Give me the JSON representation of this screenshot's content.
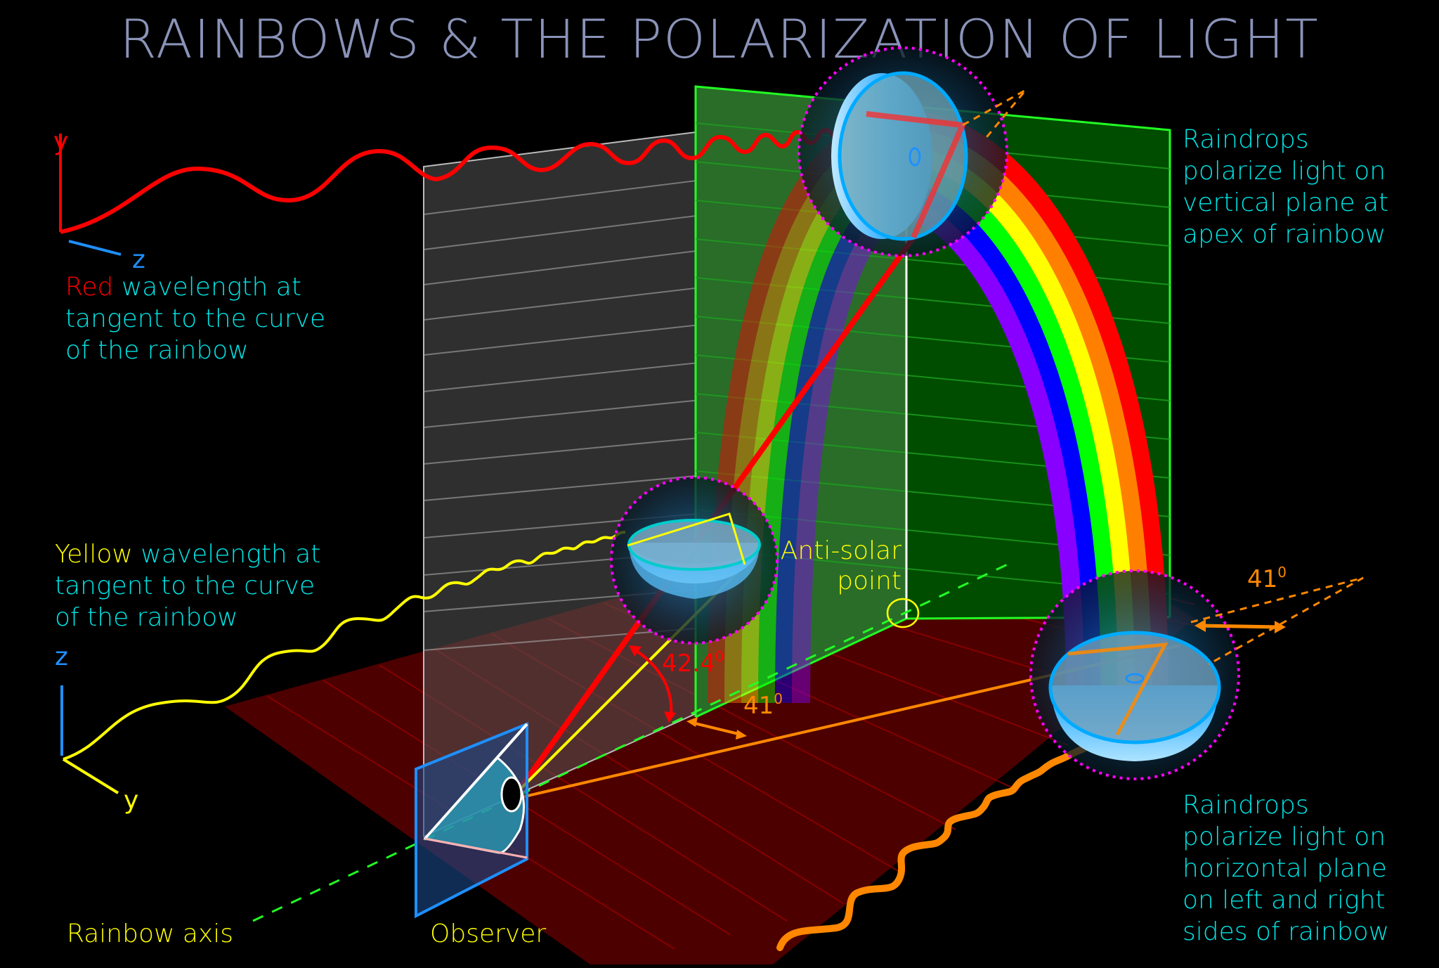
{
  "title": "RAINBOWS & THE POLARIZATION OF LIGHT",
  "colors": {
    "background": "#000000",
    "title": "#8a93b8",
    "label_text": "#00e5e5",
    "red": "#ff0000",
    "orange": "#ff8800",
    "yellow": "#ffff00",
    "green": "#00ff00",
    "blue": "#0000ff",
    "violet": "#8800ff",
    "axis_blue": "#1e90ff",
    "droplet_blue": "#00aaff",
    "dotted_magenta": "#ff00ff",
    "vertical_plane": "#004d00",
    "floor_plane": "#4d0000",
    "grey_plane": "#333333"
  },
  "red_wave": {
    "axis_y_label": "y",
    "axis_z_label": "z",
    "caption_highlight": "Red",
    "caption_line1_rest": " wavelength at",
    "caption_line2": "tangent to the curve",
    "caption_line3": "of the rainbow"
  },
  "yellow_wave": {
    "axis_z_label": "z",
    "axis_y_label": "y",
    "caption_highlight": "Yellow",
    "caption_line1_rest": " wavelength at",
    "caption_line2": "tangent to the curve",
    "caption_line3": "of the rainbow"
  },
  "apex_note": {
    "lines": [
      "Raindrops",
      "polarize light on",
      "vertical plane at",
      "apex of rainbow"
    ]
  },
  "side_note": {
    "lines": [
      "Raindrops",
      "polarize light on",
      "horizontal plane",
      "on left and right",
      "sides of rainbow"
    ]
  },
  "anti_solar": {
    "line1": "Anti-solar",
    "line2": "point"
  },
  "angles": {
    "red_angle": "42.4",
    "orange_angle_floor": "41",
    "orange_angle_side": "41",
    "degree_mark": "0"
  },
  "labels": {
    "rainbow_axis": "Rainbow axis",
    "observer": "Observer"
  },
  "rainbow_bands": [
    "#ff0000",
    "#ff8000",
    "#ffff00",
    "#00ff00",
    "#0000ff",
    "#8800ff"
  ]
}
